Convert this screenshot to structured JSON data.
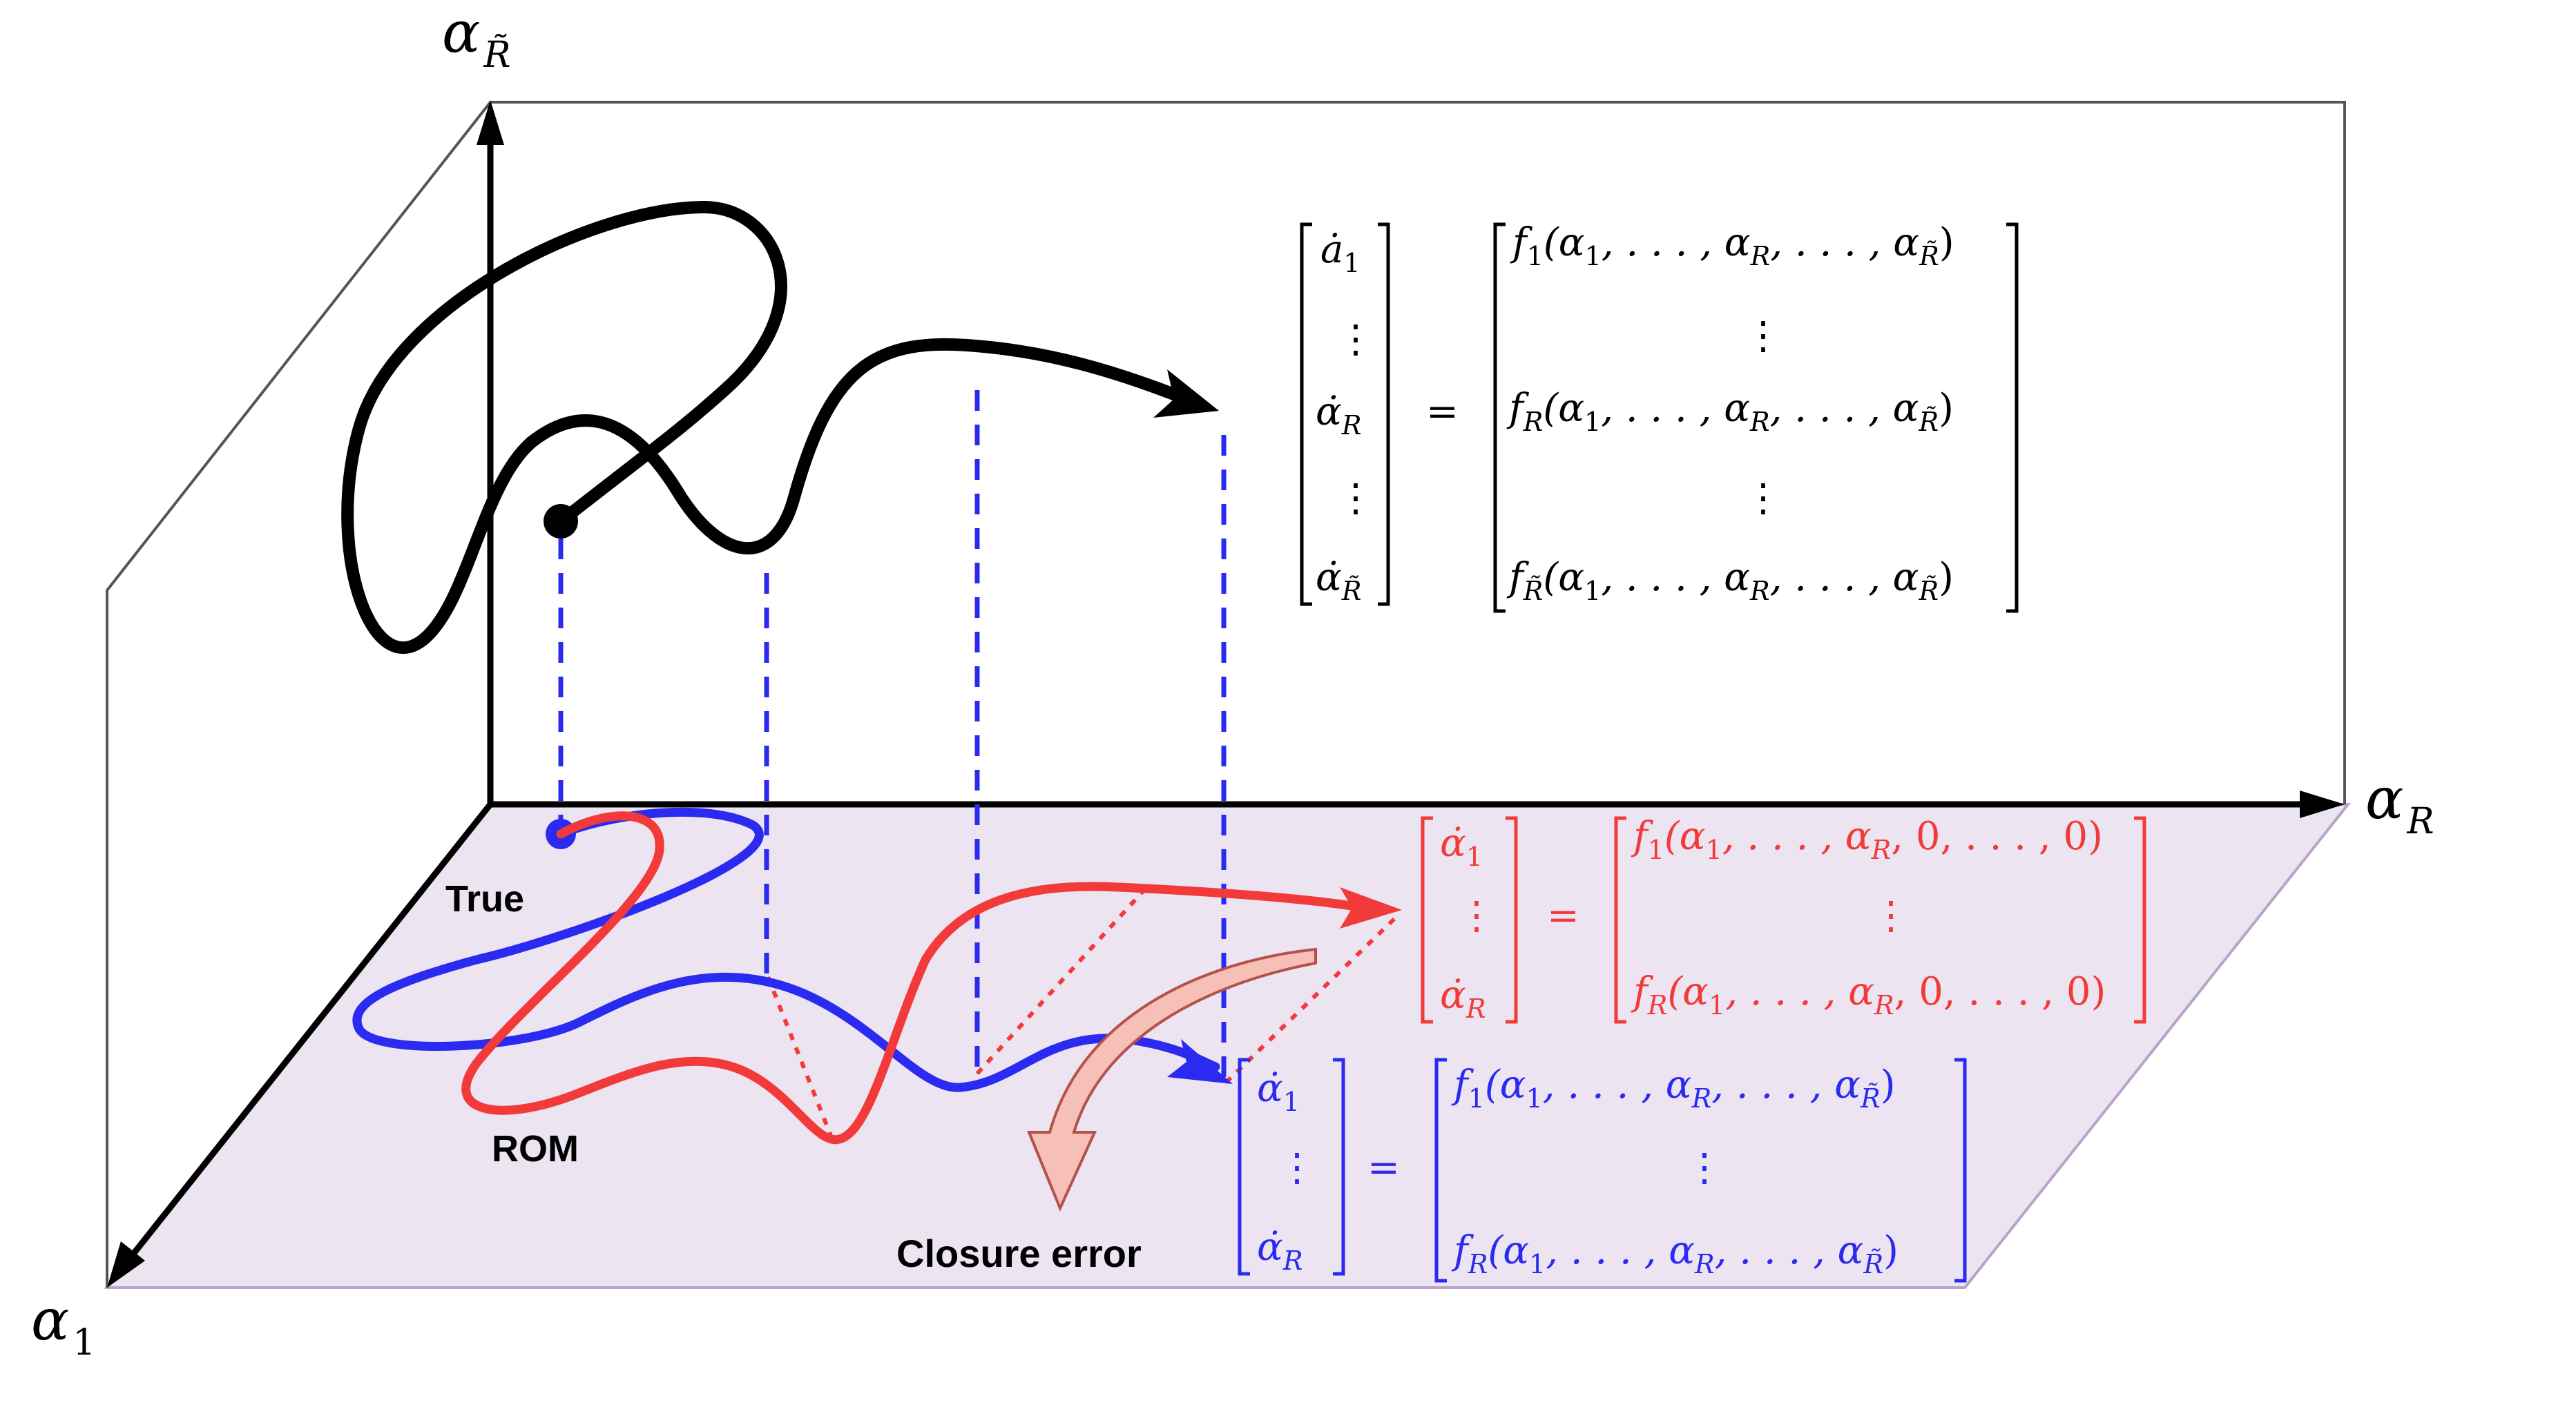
{
  "colors": {
    "black": "#000000",
    "true_curve": "#2a2af0",
    "rom_curve": "#f23a3a",
    "floor": "#ece4f0",
    "floor_edge": "#b9a3c9",
    "wall_edge": "#555555",
    "closure_arrow_fill": "#f6c0b6",
    "closure_arrow_stroke": "#b5514c"
  },
  "axes": {
    "vertical": {
      "sym": "α",
      "sub": "R̃"
    },
    "horizontal": {
      "sym": "α",
      "sub": "R"
    },
    "depth": {
      "sym": "α",
      "sub": "1"
    }
  },
  "labels": {
    "true": "True",
    "rom": "ROM",
    "closure_error": "Closure error"
  },
  "equations": {
    "full": {
      "lhs": [
        {
          "sym": "ȧ",
          "sub": "1"
        },
        {
          "sym": "⋮"
        },
        {
          "sym": "α̇",
          "sub": "R"
        },
        {
          "sym": "⋮"
        },
        {
          "sym": "α̇",
          "sub": "R̃"
        }
      ],
      "equals": "=",
      "rhs": [
        {
          "f": "f",
          "fsub": "1",
          "args": "(α",
          "a1": "1",
          "mid": ", . . . , α",
          "aR": "R",
          "mid2": ", . . . , α",
          "aRt": "R̃",
          "close": ")"
        },
        {
          "dots": "⋮"
        },
        {
          "f": "f",
          "fsub": "R",
          "args": "(α",
          "a1": "1",
          "mid": ", . . . , α",
          "aR": "R",
          "mid2": ", . . . , α",
          "aRt": "R̃",
          "close": ")"
        },
        {
          "dots": "⋮"
        },
        {
          "f": "f",
          "fsub": "R̃",
          "args": "(α",
          "a1": "1",
          "mid": ", . . . , α",
          "aR": "R",
          "mid2": ", . . . , α",
          "aRt": "R̃",
          "close": ")"
        }
      ]
    },
    "rom": {
      "lhs": [
        {
          "sym": "α̇",
          "sub": "1"
        },
        {
          "sym": "⋮"
        },
        {
          "sym": "α̇",
          "sub": "R"
        }
      ],
      "equals": "=",
      "rhs": [
        {
          "f": "f",
          "fsub": "1",
          "args": "(α",
          "a1": "1",
          "mid": ", . . . , α",
          "aR": "R",
          "tail": ", 0, . . . , 0)"
        },
        {
          "dots": "⋮"
        },
        {
          "f": "f",
          "fsub": "R",
          "args": "(α",
          "a1": "1",
          "mid": ", . . . , α",
          "aR": "R",
          "tail": ", 0, . . . , 0)"
        }
      ]
    },
    "true": {
      "lhs": [
        {
          "sym": "α̇",
          "sub": "1"
        },
        {
          "sym": "⋮"
        },
        {
          "sym": "α̇",
          "sub": "R"
        }
      ],
      "equals": "=",
      "rhs": [
        {
          "f": "f",
          "fsub": "1",
          "args": "(α",
          "a1": "1",
          "mid": ", . . . , α",
          "aR": "R",
          "mid2": ", . . . , α",
          "aRt": "R̃",
          "close": ")"
        },
        {
          "dots": "⋮"
        },
        {
          "f": "f",
          "fsub": "R",
          "args": "(α",
          "a1": "1",
          "mid": ", . . . , α",
          "aR": "R",
          "mid2": ", . . . , α",
          "aRt": "R̃",
          "close": ")"
        }
      ]
    }
  }
}
